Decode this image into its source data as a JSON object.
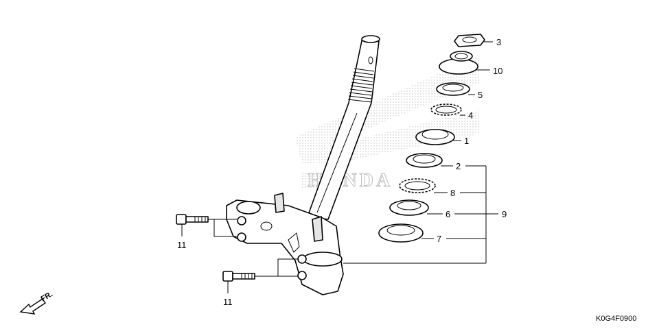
{
  "diagram": {
    "code": "K0G4F0900",
    "watermark_text": "HONDA",
    "direction_label": "FR.",
    "callouts": [
      {
        "id": "3",
        "label": "3"
      },
      {
        "id": "10",
        "label": "10"
      },
      {
        "id": "5",
        "label": "5"
      },
      {
        "id": "4",
        "label": "4"
      },
      {
        "id": "1",
        "label": "1"
      },
      {
        "id": "2",
        "label": "2"
      },
      {
        "id": "8",
        "label": "8"
      },
      {
        "id": "6",
        "label": "6"
      },
      {
        "id": "7",
        "label": "7"
      },
      {
        "id": "9",
        "label": "9"
      },
      {
        "id": "11a",
        "label": "11"
      },
      {
        "id": "11b",
        "label": "11"
      }
    ]
  }
}
